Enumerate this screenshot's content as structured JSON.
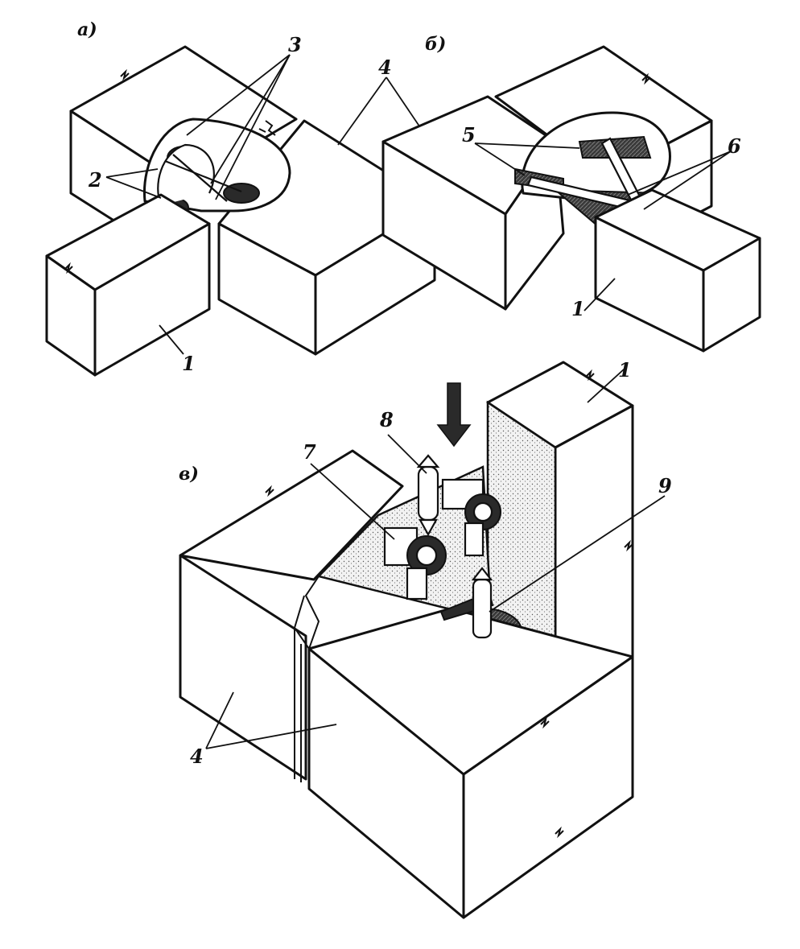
{
  "panels": {
    "a": {
      "label": "а)"
    },
    "b": {
      "label": "б)"
    },
    "v": {
      "label": "в)"
    }
  },
  "callouts": {
    "a": {
      "c3": "3",
      "c4": "4",
      "c2": "2",
      "c1": "1"
    },
    "b": {
      "c5": "5",
      "c6": "6",
      "c1": "1"
    },
    "v": {
      "c1": "1",
      "c8": "8",
      "c7": "7",
      "c9": "9",
      "c4": "4"
    }
  },
  "colors": {
    "ink": "#111111",
    "paper": "#ffffff",
    "shade": "#2a2a2a",
    "stipple": "#e8e8e8"
  }
}
